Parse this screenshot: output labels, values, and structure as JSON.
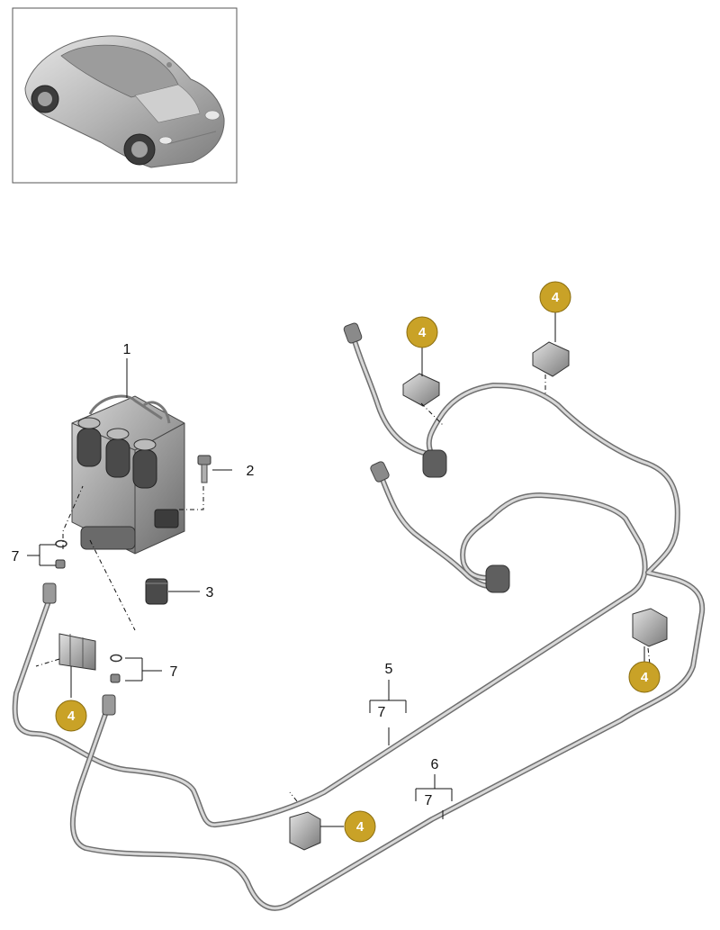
{
  "callouts": {
    "p1": "1",
    "p2": "2",
    "p3": "3",
    "p5": "5",
    "p6": "6",
    "p7": "7"
  },
  "badge_label": "4",
  "colors": {
    "badge": "#c9a227",
    "badge_stroke": "#8a6d10",
    "pipe_dark": "#6f6f6f",
    "pipe_light": "#d8d8d8",
    "car_body": "#b9b9b9"
  },
  "icons": {
    "thumbnail": "car-thumbnail-icon",
    "valve_block": "valve-block-icon",
    "bolt": "bolt-icon",
    "cap": "cap-icon",
    "clip": "clip-icon",
    "seal": "seal-ring-icon"
  }
}
